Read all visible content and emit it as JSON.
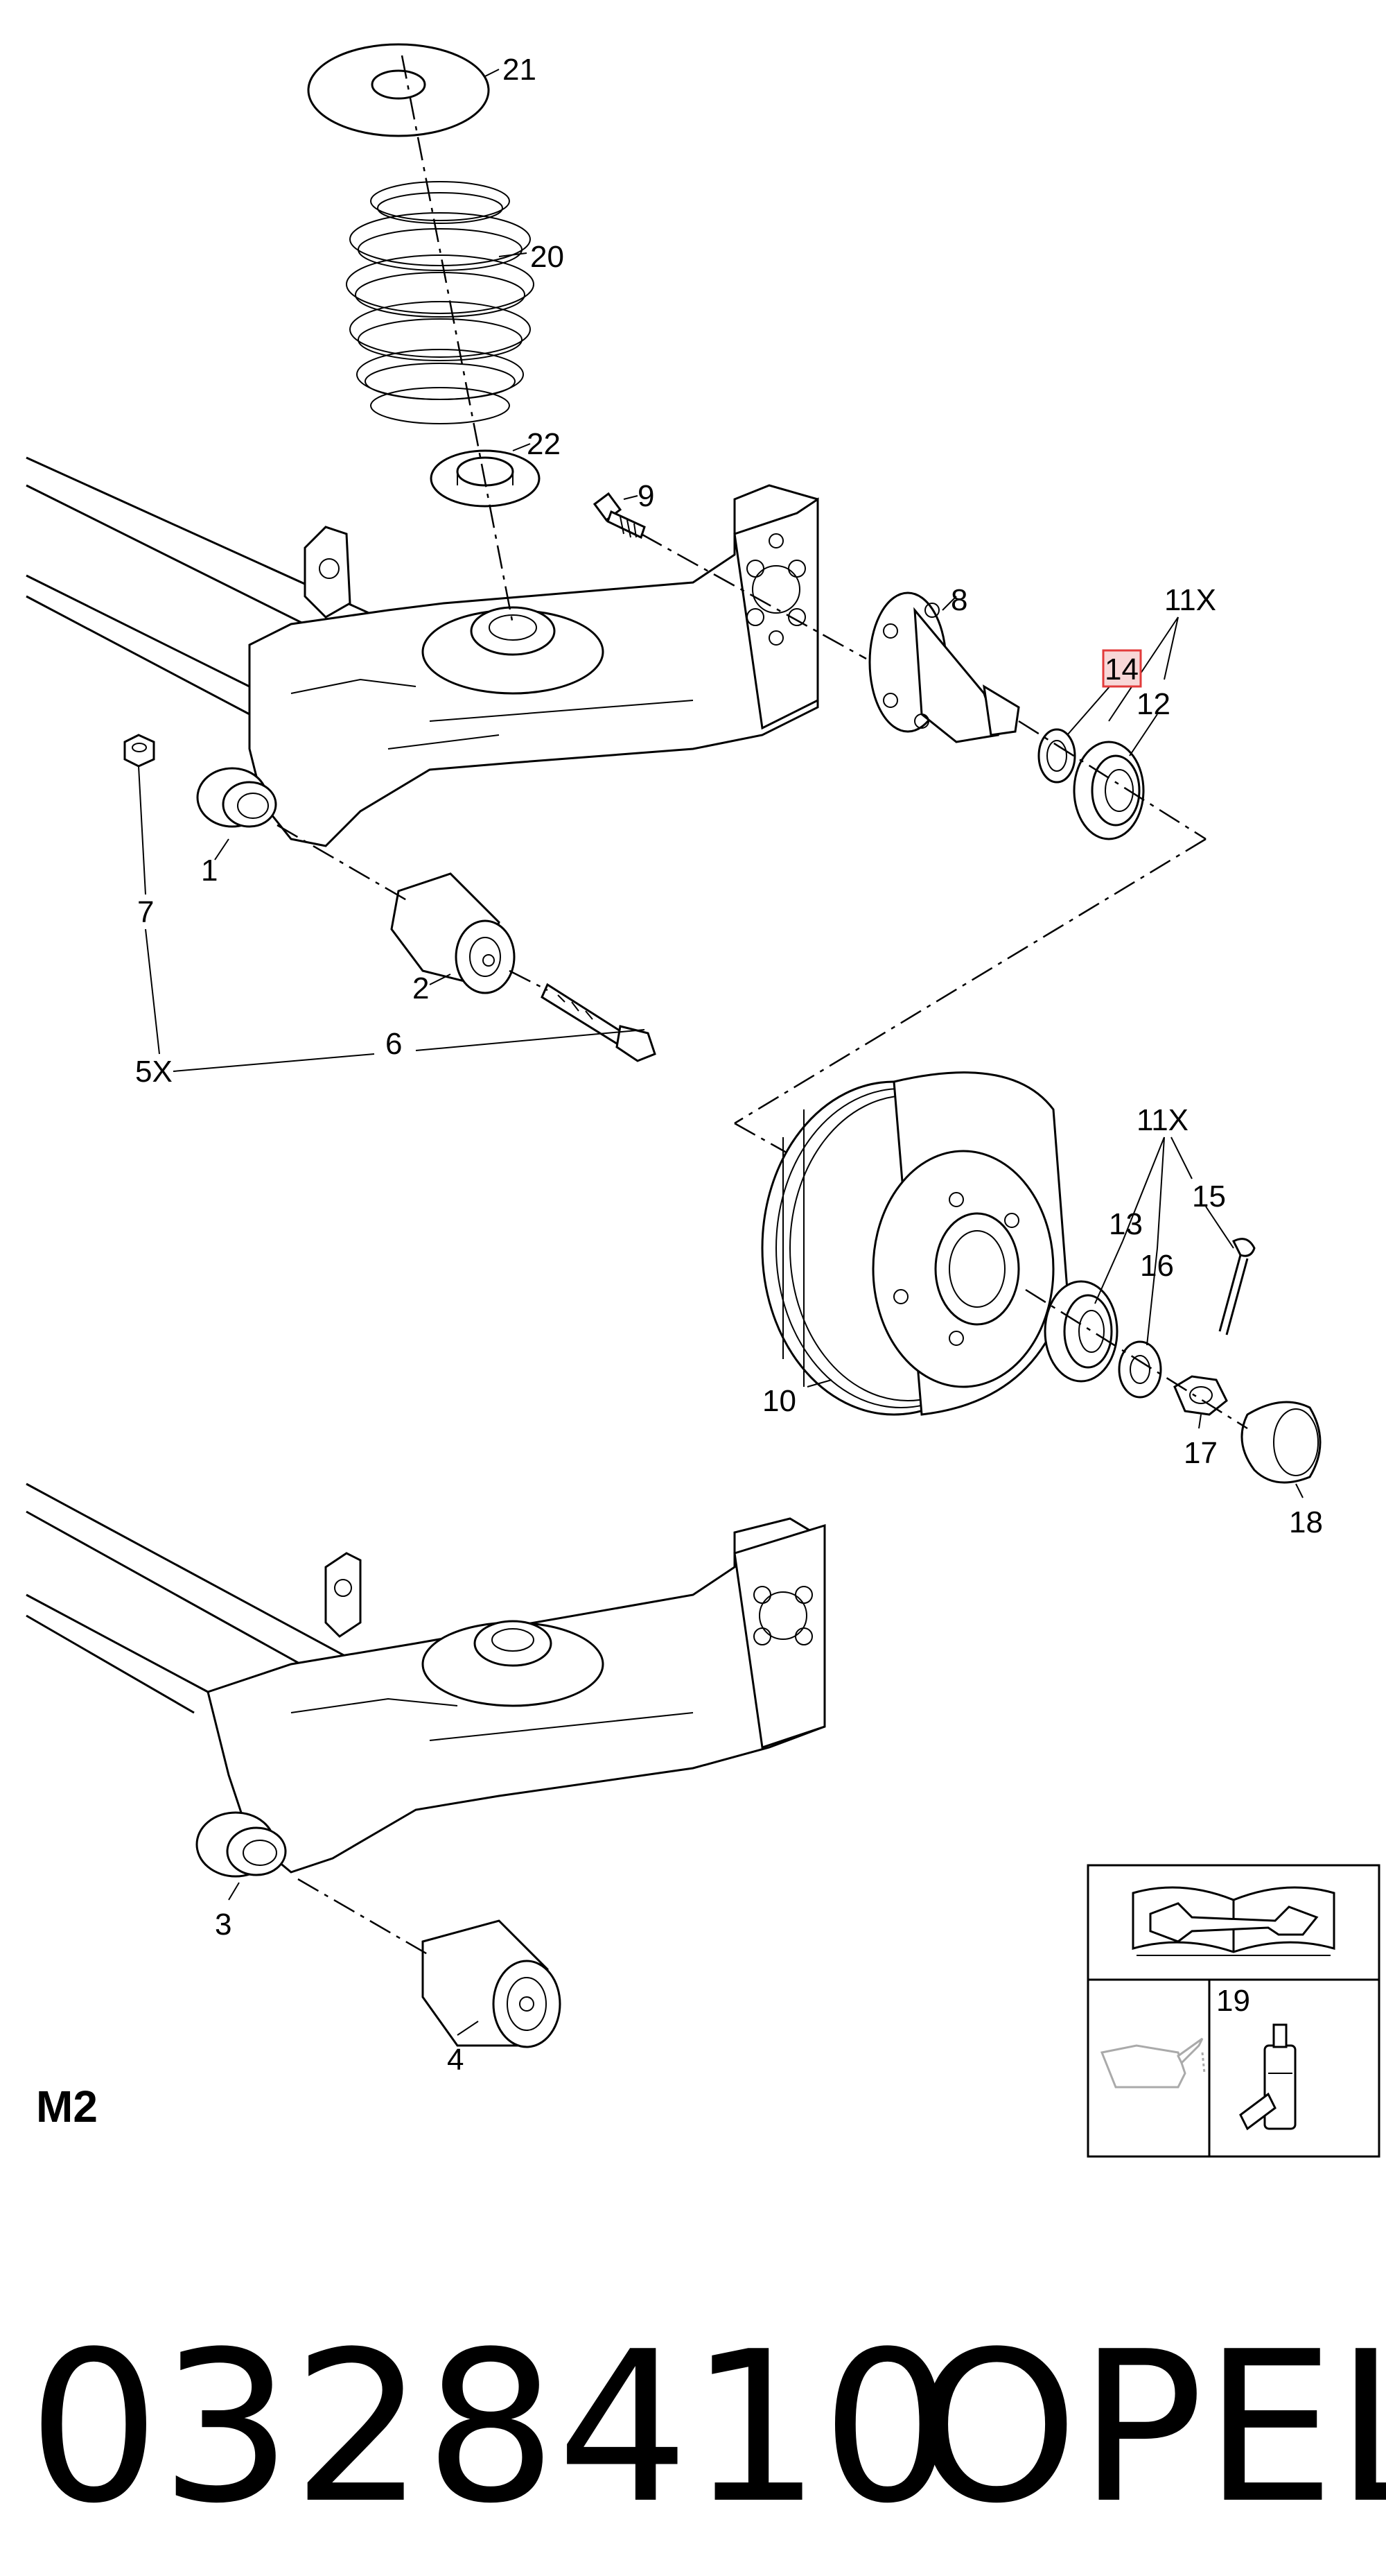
{
  "callouts": {
    "c1": "1",
    "c2": "2",
    "c3": "3",
    "c4": "4",
    "c5x": "5X",
    "c6": "6",
    "c7": "7",
    "c8": "8",
    "c9": "9",
    "c10": "10",
    "c11x_top": "11X",
    "c11x_bottom": "11X",
    "c12": "12",
    "c13": "13",
    "c14": "14",
    "c15": "15",
    "c16": "16",
    "c17": "17",
    "c18": "18",
    "c19": "19",
    "c20": "20",
    "c21": "21",
    "c22": "22"
  },
  "highlighted_callout": "14",
  "section_label": "M2",
  "footer": {
    "part_number": "0328410",
    "brand": "OPEL"
  },
  "colors": {
    "line": "#000000",
    "highlight_fill": "#f8d7d7",
    "highlight_stroke": "#e23b3b"
  }
}
